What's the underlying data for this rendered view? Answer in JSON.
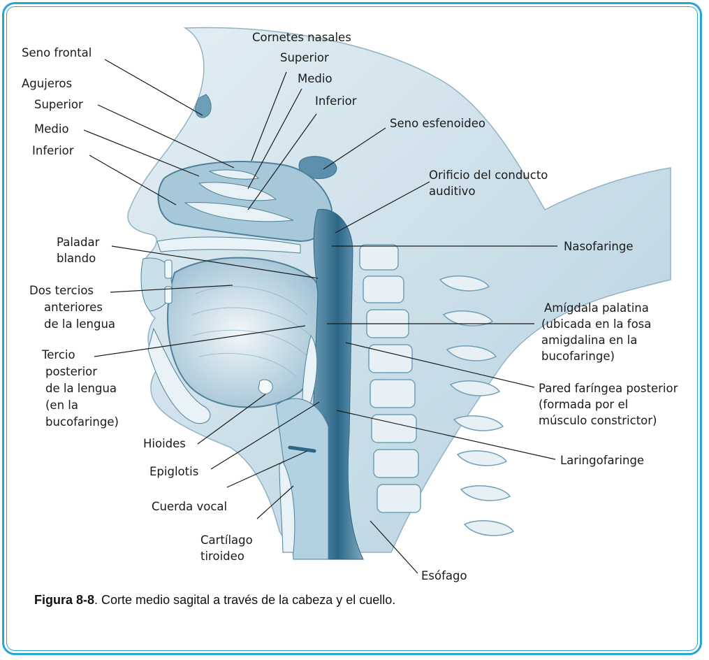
{
  "labels": {
    "seno_frontal": "Seno frontal",
    "agujeros": "Agujeros",
    "agujero_superior": "Superior",
    "agujero_medio": "Medio",
    "agujero_inferior": "Inferior",
    "cornetes_nasales": "Cornetes nasales",
    "cornete_superior": "Superior",
    "cornete_medio": "Medio",
    "cornete_inferior": "Inferior",
    "seno_esfenoideo": "Seno esfenoideo",
    "orificio_1": "Orificio del conducto",
    "orificio_2": "auditivo",
    "paladar_1": "Paladar",
    "paladar_2": "blando",
    "nasofaringe": "Nasofaringe",
    "dos_tercios_1": "Dos tercios",
    "dos_tercios_2": "anteriores",
    "dos_tercios_3": "de la lengua",
    "amigdala_1": "Amígdala palatina",
    "amigdala_2": "(ubicada en la fosa",
    "amigdala_3": "amigdalina en la",
    "amigdala_4": "bucofaringe)",
    "tercio_1": "Tercio",
    "tercio_2": "posterior",
    "tercio_3": "de la lengua",
    "tercio_4": "(en la",
    "tercio_5": "bucofaringe)",
    "pared_1": "Pared faríngea posterior",
    "pared_2": "(formada por el",
    "pared_3": "músculo constrictor)",
    "hioides": "Hioides",
    "epiglotis": "Epiglotis",
    "laringofaringe": "Laringofaringe",
    "cuerda_vocal": "Cuerda vocal",
    "cartilago_1": "Cartílago",
    "cartilago_2": "tiroideo",
    "esofago": "Esófago"
  },
  "caption": {
    "figure": "Figura 8-8",
    "text": ". Corte medio sagital a través de la cabeza y el cuello."
  },
  "colors": {
    "frame": "#2aa3d6",
    "tissue": "#b9d6e4",
    "tissue_dark": "#6f9fb8",
    "cavity": "#2f6d8f",
    "bone": "#e9f2f6",
    "leader": "#1a1a1a"
  }
}
